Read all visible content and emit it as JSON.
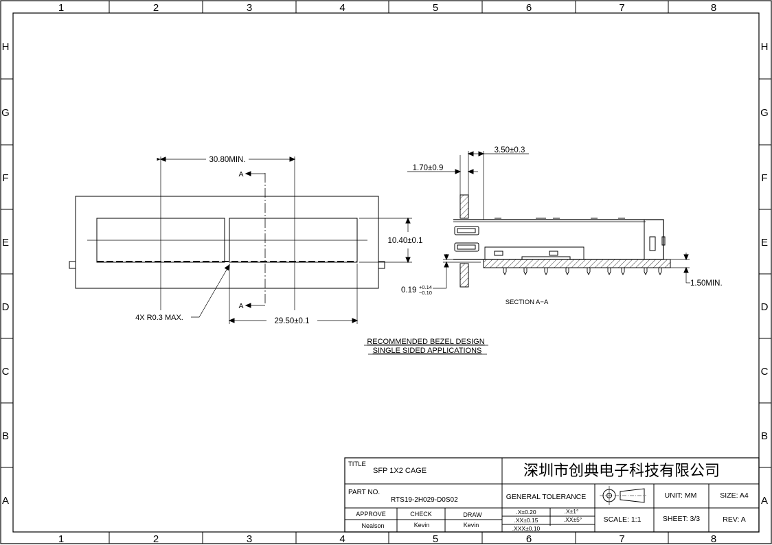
{
  "border": {
    "columns": [
      "1",
      "2",
      "3",
      "4",
      "5",
      "6",
      "7",
      "8"
    ],
    "rows": [
      "H",
      "G",
      "F",
      "E",
      "D",
      "C",
      "B",
      "A"
    ]
  },
  "dimensions": {
    "cutout_min_width": "30.80MIN.",
    "overall_width": "29.50±0.1",
    "height": "10.40±0.1",
    "corner_radius": "4X R0.3 MAX.",
    "section_marker": "A",
    "bezel_thickness": "1.70±0.9",
    "cage_offset": "3.50±0.3",
    "clearance_prefix": "0.19",
    "clearance_plus": "+0.14",
    "clearance_minus": "−0.10",
    "pcb_min": "1.50MIN."
  },
  "section_label": "SECTION A−A",
  "notes": [
    "RECOMMENDED BEZEL DESIGN",
    "SINGLE SIDED APPLICATIONS"
  ],
  "title_block": {
    "title_label": "TITLE",
    "title_value": "SFP 1X2 CAGE",
    "company": "深圳市创典电子科技有限公司",
    "part_label": "PART NO.",
    "part_value": "RTS19-2H029-D0S02",
    "general_tolerance": "GENERAL TOLERANCE",
    "unit": "UNIT: MM",
    "size": "SIZE:  A4",
    "approve_label": "APPROVE",
    "check_label": "CHECK",
    "draw_label": "DRAW",
    "approve_name": "Nealson",
    "check_name": "Kevin",
    "draw_name": "Kevin",
    "tol_1": ".X±0.20",
    "tol_2": ".XX±0.15",
    "tol_3": ".XXX±0.10",
    "ang_1": ".X±1°",
    "ang_2": ".XX±5°",
    "scale": "SCALE:  1:1",
    "sheet": "SHEET: 3/3",
    "rev": "REV: A"
  }
}
